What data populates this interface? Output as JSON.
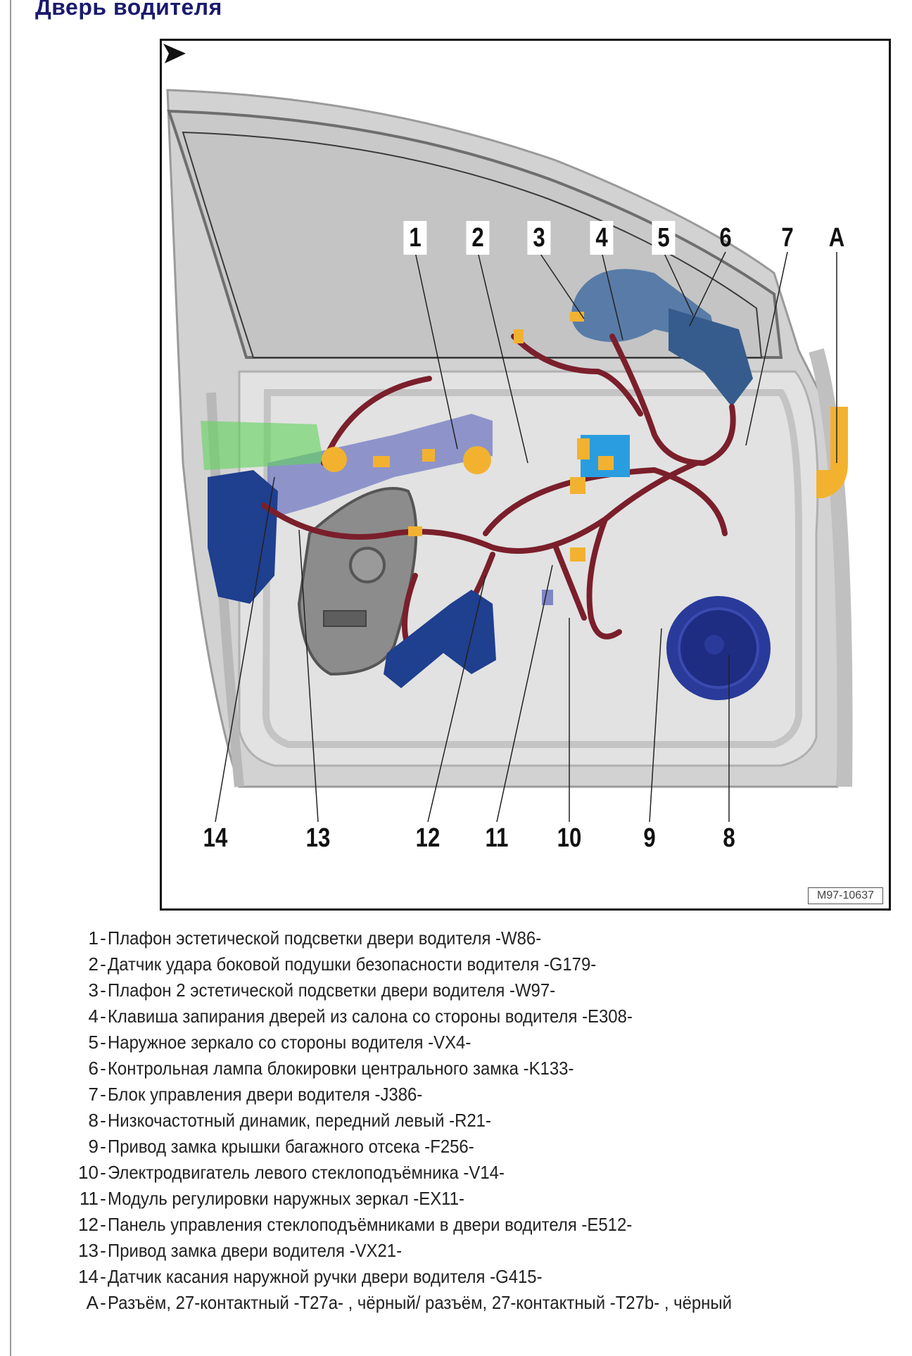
{
  "page": {
    "title": "Дверь водителя"
  },
  "figure": {
    "id_label": "M97-10637",
    "direction_icon": "arrow-right-icon",
    "top_callouts": [
      "1",
      "2",
      "3",
      "4",
      "5",
      "6",
      "7",
      "A"
    ],
    "bottom_callouts": [
      "14",
      "13",
      "12",
      "11",
      "10",
      "9",
      "8"
    ],
    "colors": {
      "harness": "#7a1f2b",
      "connector": "#f2b230",
      "actuator": "#1f3f8f",
      "speaker": "#2a3a9a",
      "control_unit": "#2a9de0",
      "sensor_green": "#5fd35a",
      "mirror": "#4d74a4",
      "regulator_rail": "#7f86c6",
      "door_panel": "#dcdcdc",
      "glass": "#c8c8c8"
    }
  },
  "legend": [
    {
      "key": "1",
      "text": "Плафон эстетической подсветки двери водителя -W86-"
    },
    {
      "key": "2",
      "text": "Датчик удара боковой подушки безопасности водителя -G179-"
    },
    {
      "key": "3",
      "text": "Плафон 2 эстетической подсветки двери водителя -W97-"
    },
    {
      "key": "4",
      "text": "Клавиша запирания дверей из салона со стороны водителя -E308-"
    },
    {
      "key": "5",
      "text": "Наружное зеркало со стороны водителя -VX4-"
    },
    {
      "key": "6",
      "text": "Контрольная лампа блокировки центрального замка -K133-"
    },
    {
      "key": "7",
      "text": "Блок управления двери водителя -J386-"
    },
    {
      "key": "8",
      "text": "Низкочастотный динамик, передний левый -R21-"
    },
    {
      "key": "9",
      "text": "Привод замка крышки багажного отсека -F256-"
    },
    {
      "key": "10",
      "text": "Электродвигатель левого стеклоподъёмника -V14-"
    },
    {
      "key": "11",
      "text": "Модуль регулировки наружных зеркал -EX11-"
    },
    {
      "key": "12",
      "text": "Панель управления стеклоподъёмниками в двери водителя -E512-"
    },
    {
      "key": "13",
      "text": "Привод замка двери водителя -VX21-"
    },
    {
      "key": "14",
      "text": "Датчик касания наружной ручки двери водителя -G415-"
    },
    {
      "key": "A",
      "text": "Разъём, 27-контактный -T27a- , чёрный/ разъём, 27-контактный -T27b- , чёрный"
    }
  ]
}
